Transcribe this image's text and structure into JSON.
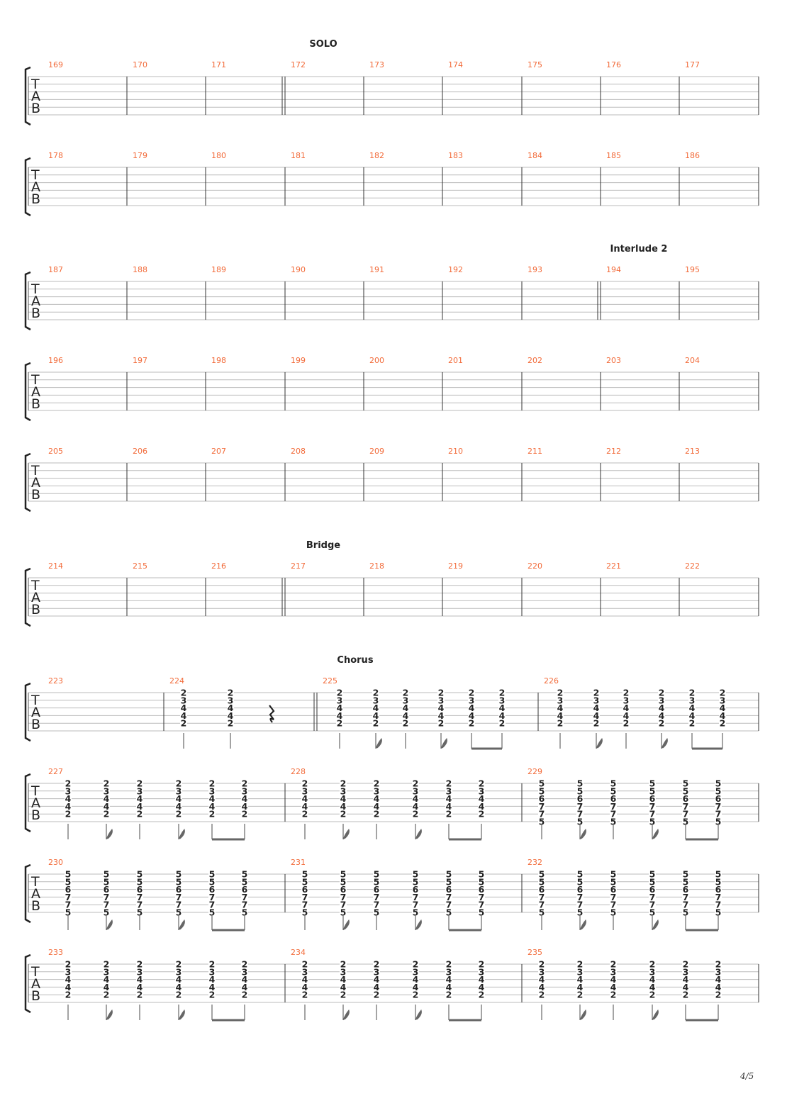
{
  "page_number": "4/5",
  "clef": [
    "T",
    "A",
    "B"
  ],
  "sections": [
    {
      "label": "SOLO",
      "measure": 172
    },
    {
      "label": "Interlude 2",
      "measure": 194
    },
    {
      "label": "Bridge",
      "measure": 217
    },
    {
      "label": "Chorus",
      "measure": 225
    }
  ],
  "systems": [
    {
      "measures": [
        169,
        170,
        171,
        172,
        173,
        174,
        175,
        176,
        177
      ]
    },
    {
      "measures": [
        178,
        179,
        180,
        181,
        182,
        183,
        184,
        185,
        186
      ]
    },
    {
      "measures": [
        187,
        188,
        189,
        190,
        191,
        192,
        193,
        194,
        195
      ]
    },
    {
      "measures": [
        196,
        197,
        198,
        199,
        200,
        201,
        202,
        203,
        204
      ]
    },
    {
      "measures": [
        205,
        206,
        207,
        208,
        209,
        210,
        211,
        212,
        213
      ]
    },
    {
      "measures": [
        214,
        215,
        216,
        217,
        218,
        219,
        220,
        221,
        222
      ]
    },
    {
      "measures": [
        223,
        224,
        225,
        226
      ]
    },
    {
      "measures": [
        227,
        228,
        229
      ]
    },
    {
      "measures": [
        230,
        231,
        232
      ]
    },
    {
      "measures": [
        233,
        234,
        235
      ]
    }
  ],
  "chords": {
    "A": [
      "2",
      "3",
      "4",
      "4",
      "2",
      ""
    ],
    "B": [
      "5",
      "5",
      "6",
      "7",
      "7",
      "5"
    ]
  },
  "measure_content": {
    "224": {
      "beats": [
        "A",
        "A",
        "rest"
      ]
    },
    "225": {
      "chord": "A"
    },
    "226": {
      "chord": "A"
    },
    "227": {
      "chord": "A"
    },
    "228": {
      "chord": "A"
    },
    "229": {
      "chord": "B"
    },
    "230": {
      "chord": "B"
    },
    "231": {
      "chord": "B"
    },
    "232": {
      "chord": "B"
    },
    "233": {
      "chord": "A"
    },
    "234": {
      "chord": "A"
    },
    "235": {
      "chord": "A"
    }
  },
  "rhythm_pattern": [
    "quarter",
    "eighth",
    "quarter",
    "eighth",
    "eighth-beamed",
    "eighth-beamed"
  ]
}
